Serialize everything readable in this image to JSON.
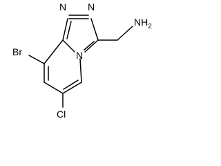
{
  "molecule": {
    "atoms": {
      "n1": "N",
      "n2": "N",
      "n4": "N",
      "br": "Br",
      "cl": "Cl",
      "nh2": "NH",
      "nh2_subscript": "2"
    }
  }
}
